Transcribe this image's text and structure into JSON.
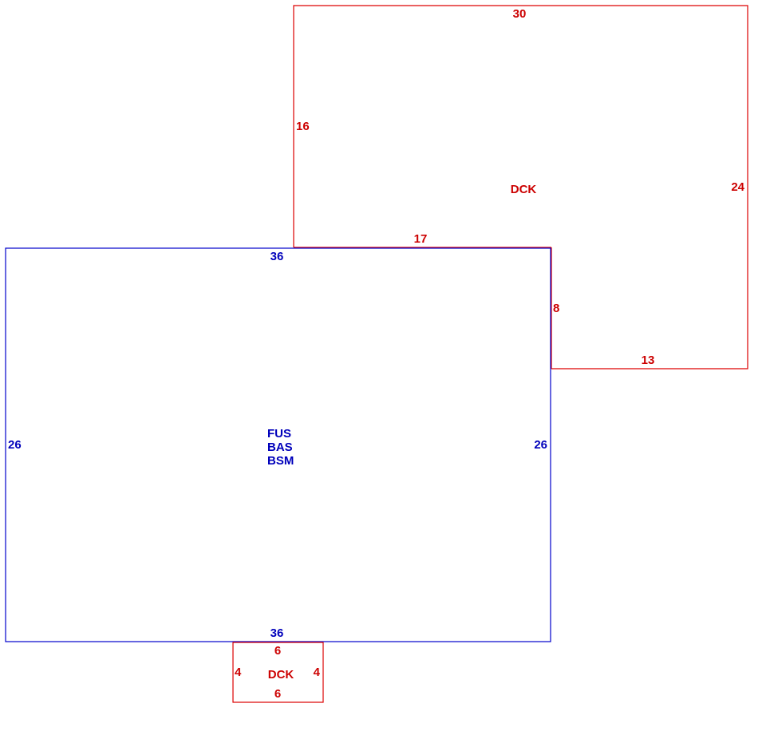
{
  "colors": {
    "deck": "#dd0000",
    "house": "#0000cc"
  },
  "deck_main": {
    "label": "DCK",
    "dims": {
      "top": "30",
      "left": "16",
      "right": "24",
      "bottom": "13",
      "inner_top": "17",
      "inner_right": "8"
    }
  },
  "house": {
    "labels": [
      "FUS",
      "BAS",
      "BSM"
    ],
    "dims": {
      "top": "36",
      "left": "26",
      "right": "26",
      "bottom": "36"
    }
  },
  "deck_small": {
    "label": "DCK",
    "dims": {
      "top": "6",
      "left": "4",
      "right": "4",
      "bottom": "6"
    }
  }
}
